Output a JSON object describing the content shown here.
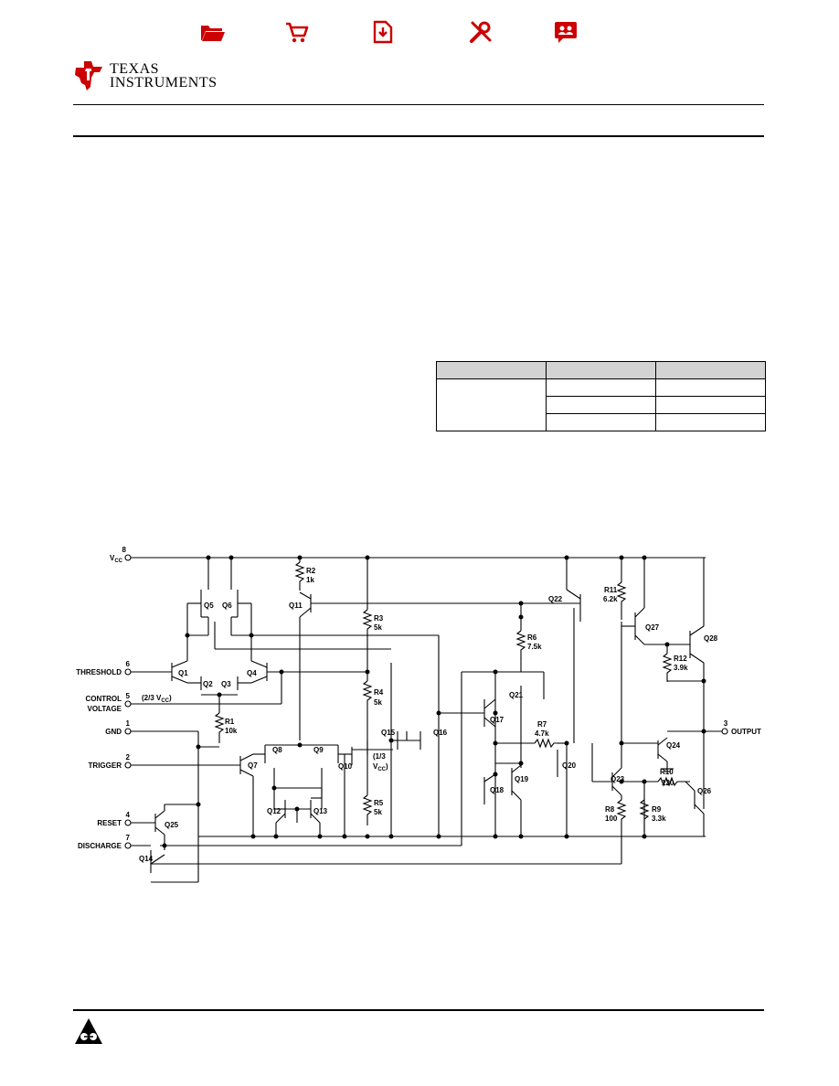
{
  "toolbar": {
    "icons": [
      "folder-icon",
      "cart-icon",
      "download-icon",
      "tools-icon",
      "community-icon"
    ],
    "accent": "#cc0000"
  },
  "logo": {
    "line1": "TEXAS",
    "line2": "INSTRUMENTS",
    "color": "#cc0000"
  },
  "table": {
    "rows": 3
  },
  "schematic": {
    "pins": {
      "vcc_num": "8",
      "vcc": "V",
      "vcc_sub": "CC",
      "threshold_num": "6",
      "threshold": "THRESHOLD",
      "control_num": "5",
      "control1": "CONTROL",
      "control2": "VOLTAGE",
      "gnd_num": "1",
      "gnd": "GND",
      "trigger_num": "2",
      "trigger": "TRIGGER",
      "reset_num": "4",
      "reset": "RESET",
      "discharge_num": "7",
      "discharge": "DISCHARGE",
      "output_num": "3",
      "output": "OUTPUT"
    },
    "notes": {
      "two_thirds": "(2/3 V",
      "two_thirds_sub": "CC",
      "two_thirds_end": ")",
      "one_third_a": "(1/3",
      "one_third_b": "V",
      "one_third_sub": "CC",
      "one_third_end": ")"
    },
    "transistors": [
      "Q1",
      "Q2",
      "Q3",
      "Q4",
      "Q5",
      "Q6",
      "Q7",
      "Q8",
      "Q9",
      "Q10",
      "Q11",
      "Q12",
      "Q13",
      "Q14",
      "Q15",
      "Q16",
      "Q17",
      "Q18",
      "Q19",
      "Q20",
      "Q21",
      "Q22",
      "Q23",
      "Q24",
      "Q25",
      "Q26",
      "Q27",
      "Q28"
    ],
    "resistors": {
      "r1": "R1",
      "r1v": "10k",
      "r2": "R2",
      "r2v": "1k",
      "r3": "R3",
      "r3v": "5k",
      "r4": "R4",
      "r4v": "5k",
      "r5": "R5",
      "r5v": "5k",
      "r6": "R6",
      "r6v": "7.5k",
      "r7": "R7",
      "r7v": "4.7k",
      "r8": "R8",
      "r8v": "100",
      "r9": "R9",
      "r9v": "3.3k",
      "r10": "R10",
      "r10v": "120",
      "r11": "R11",
      "r11v": "6.2k",
      "r12": "R12",
      "r12v": "3.9k"
    }
  }
}
